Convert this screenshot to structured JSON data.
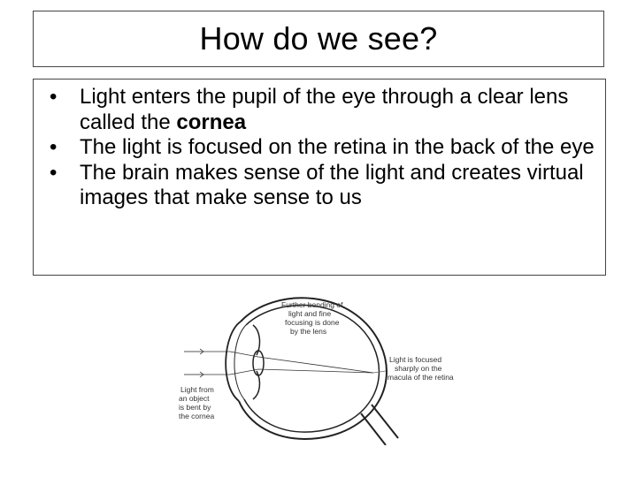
{
  "slide": {
    "title": "How do we see?",
    "bullets": [
      {
        "marker": "•",
        "text_before": "Light enters the pupil of the eye through a clear lens called the ",
        "emphasis": "cornea",
        "text_after": ""
      },
      {
        "marker": "•",
        "text_before": "The light is focused on the retina in the back of the eye",
        "emphasis": "",
        "text_after": ""
      },
      {
        "marker": "•",
        "text_before": "The brain makes sense of the light and creates virtual images that make sense to us",
        "emphasis": "",
        "text_after": ""
      }
    ]
  },
  "diagram": {
    "labels": {
      "lens_line1": "Further bending of",
      "lens_line2": "light and fine",
      "lens_line3": "focusing is done",
      "lens_line4": "by the lens",
      "macula_line1": "Light is focused",
      "macula_line2": "sharply on the",
      "macula_line3": "macula of the retina",
      "cornea_line1": "Light from",
      "cornea_line2": "an object",
      "cornea_line3": "is bent by",
      "cornea_line4": "the cornea"
    }
  }
}
